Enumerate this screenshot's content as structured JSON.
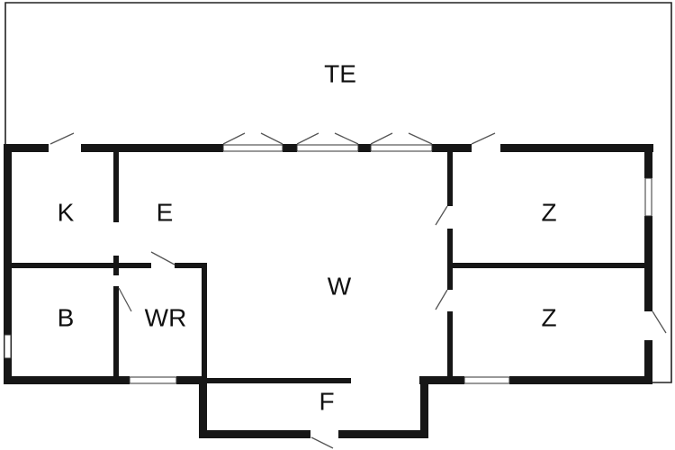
{
  "plan": {
    "rooms": {
      "terrace": "TE",
      "kitchen": "K",
      "entrance": "E",
      "living": "W",
      "bedroom_top": "Z",
      "bedroom_bottom": "Z",
      "bathroom": "B",
      "toilet": "WR",
      "hall": "F"
    },
    "colors": {
      "wall": "#161616",
      "background": "#ffffff"
    }
  }
}
